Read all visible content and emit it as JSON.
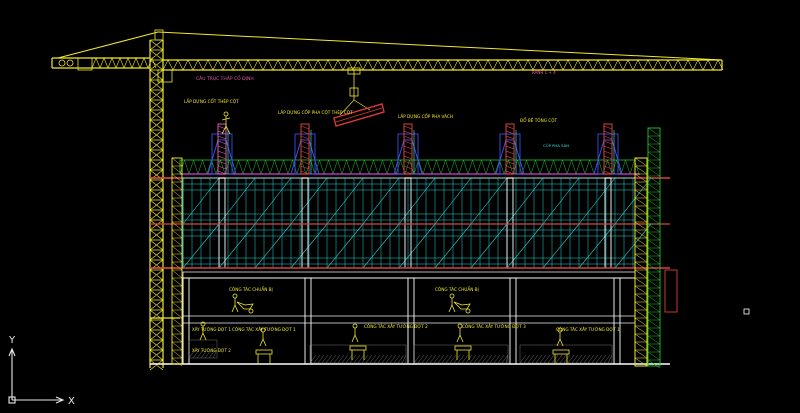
{
  "colors": {
    "background": "#000000",
    "crane": "#f2e92e",
    "scaffold": "#2bd4d4",
    "frame": "#ffffff",
    "formwork": "#d93a3a",
    "column_red": "#d94040",
    "column_pink": "#e05aa8",
    "blue": "#3a50e8",
    "green": "#22c22a",
    "magenta": "#d23ad6",
    "cyan_text": "#33e0e0",
    "ucs": "#e8e8e8"
  },
  "labels": {
    "crane_note": "CẦU TRỤC THÁP CỐ ĐỊNH",
    "boom_dim": "RANH 1 + 4 ",
    "lap_dung_cot_thep": "LẮP DỰNG CỐT THÉP CỘT",
    "lap_dung_cop_pha_cot": "LẮP DỰNG CỐP PHA CỘT THÉP CỘT",
    "lap_dung_cop_pha_vach": "LẮP DỰNG CỐP PHA VÁCH",
    "do_be_tong_cot": "ĐỔ BÊ TÔNG CỘT",
    "cofpha_text": "CỐP PHA SÀN",
    "cong_tac_chuan_bi_1": "CÔNG TÁC CHUẨN BỊ",
    "cong_tac_chuan_bi_2": "CÔNG TÁC CHUẨN BỊ",
    "xay_tuong_1": "CÔNG TÁC XÂY TƯỜNG ĐỢT 1",
    "xay_tuong_2": "CÔNG TÁC XÂY TƯỜNG ĐỢT 2",
    "xay_tuong_3": "CÔNG TÁC XÂY TƯỜNG ĐỢT 3",
    "xay_tuong_4": "CÔNG TÁC XÂY TƯỜNG ĐỢT 1",
    "xay_tuong_left_1": "XÂY TƯỜNG ĐỢT 1",
    "xay_tuong_left_2": "XÂY TƯỜNG ĐỢT 2"
  },
  "ucs": {
    "y_label": "Y",
    "x_label": "X"
  }
}
